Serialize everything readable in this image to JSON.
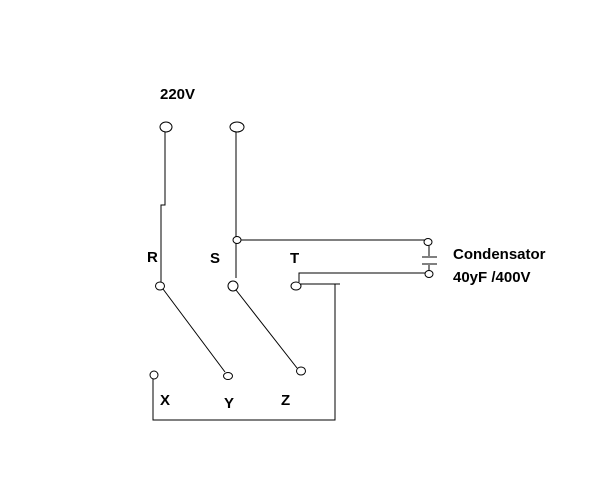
{
  "supply_label": "220V",
  "terminals": {
    "R": "R",
    "S": "S",
    "T": "T",
    "X": "X",
    "Y": "Y",
    "Z": "Z"
  },
  "capacitor": {
    "name": "Condensator",
    "rating": "40yF /400V"
  }
}
